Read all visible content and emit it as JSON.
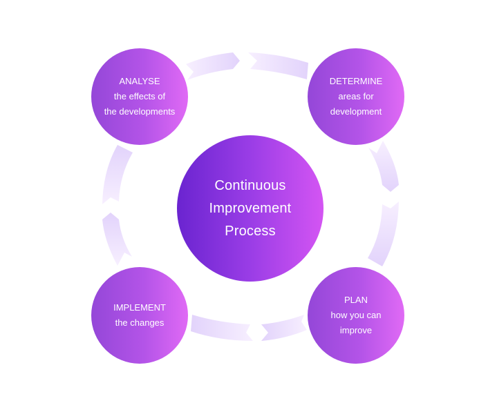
{
  "center": {
    "lines": [
      "Continuous",
      "Improvement",
      "Process"
    ]
  },
  "stages": {
    "analyse": {
      "title": "ANALYSE",
      "line1": "the effects of",
      "line2": "the developments"
    },
    "determine": {
      "title": "DETERMINE",
      "line1": "areas for",
      "line2": "development"
    },
    "plan": {
      "title": "PLAN",
      "line1": "how you can",
      "line2": "improve"
    },
    "implement": {
      "title": "IMPLEMENT",
      "line1": "the changes"
    }
  },
  "colors": {
    "center_gradient": [
      "#6a24d0",
      "#9a3de6",
      "#d455f3"
    ],
    "stage_gradient": [
      "#9447d8",
      "#b454e8",
      "#e06af5"
    ],
    "arrow_light": "#f7efff",
    "arrow_dark": "#e2d3fb"
  }
}
